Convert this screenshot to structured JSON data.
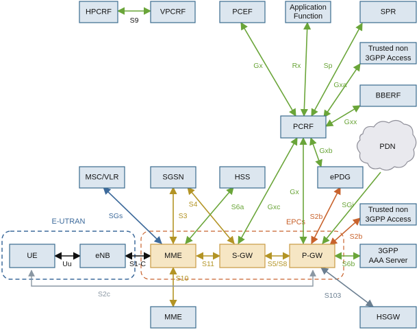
{
  "colors": {
    "green": "#6aa539",
    "gold": "#b39425",
    "blue": "#3d6a9b",
    "orange": "#c8622c",
    "black": "#111111",
    "gray": "#8a97a3",
    "slate": "#6b7f91"
  },
  "regions": {
    "eutran": "E-UTRAN",
    "epcs": "EPCs"
  },
  "cloud": "PDN",
  "nodes": {
    "hpcrf": "HPCRF",
    "vpcrf": "VPCRF",
    "pcef": "PCEF",
    "appfn": [
      "Application",
      "Function"
    ],
    "spr": "SPR",
    "trusted_top": [
      "Trusted non",
      "3GPP Access"
    ],
    "bberf": "BBERF",
    "pcrf": "PCRF",
    "msc": "MSC/VLR",
    "sgsn": "SGSN",
    "hss": "HSS",
    "epdg": "ePDG",
    "trusted_bot": [
      "Trusted non",
      "3GPP Access"
    ],
    "ue": "UE",
    "enb": "eNB",
    "mme": "MME",
    "sgw": "S-GW",
    "pgw": "P-GW",
    "aaa": [
      "3GPP",
      "AAA Server"
    ],
    "mme2": "MME",
    "hsgw": "HSGW"
  },
  "edges": {
    "s9": "S9",
    "gx_pcef": "Gx",
    "rx": "Rx",
    "sp": "Sp",
    "gxa": "Gxa",
    "gxx": "Gxx",
    "gxb": "Gxb",
    "gx_pgw": "Gx",
    "gxc": "Gxc",
    "sgs": "SGs",
    "s3": "S3",
    "s4": "S4",
    "s6a": "S6a",
    "uu": "Uu",
    "s1c": "S1-C",
    "s11": "S11",
    "s5s8": "S5/S8",
    "s2b_epdg": "S2b",
    "sgi": "SGi",
    "s2b_trusted": "S2b",
    "s6b": "S6b",
    "s10": "S10",
    "s2c": "S2c",
    "s103": "S103"
  }
}
